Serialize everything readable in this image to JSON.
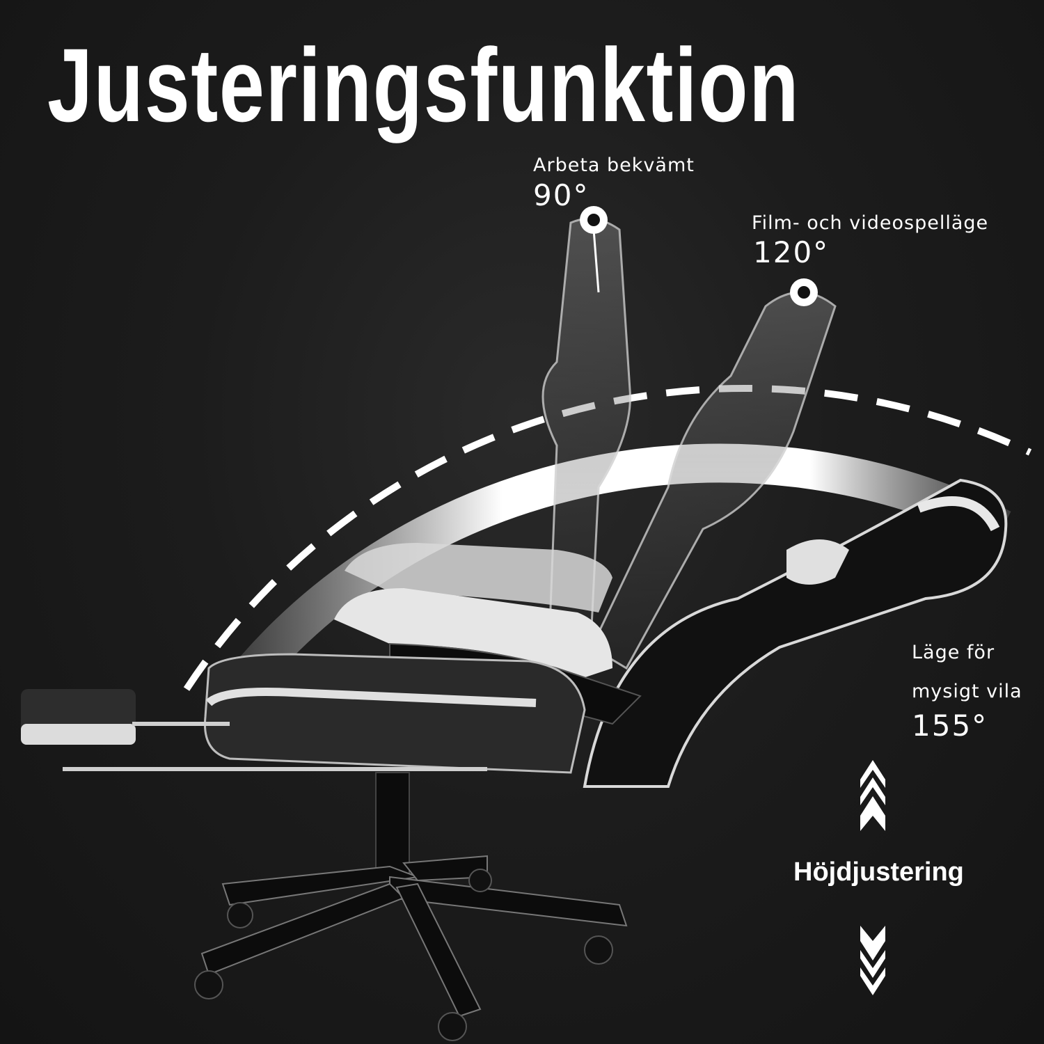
{
  "title": "Justeringsfunktion",
  "positions": [
    {
      "label": "Arbeta bekvämt",
      "angle": "90°"
    },
    {
      "label": "Film- och videospelläge",
      "angle": "120°"
    },
    {
      "label_line1": "Läge för",
      "label_line2": "mysigt vila",
      "angle": "155°"
    }
  ],
  "height": {
    "label": "Höjdjustering"
  },
  "colors": {
    "background": "#1c1c1c",
    "text": "#ffffff",
    "arc": "#f2f2f2",
    "chair": "#111111",
    "chair_accent": "#d9d9d9"
  }
}
